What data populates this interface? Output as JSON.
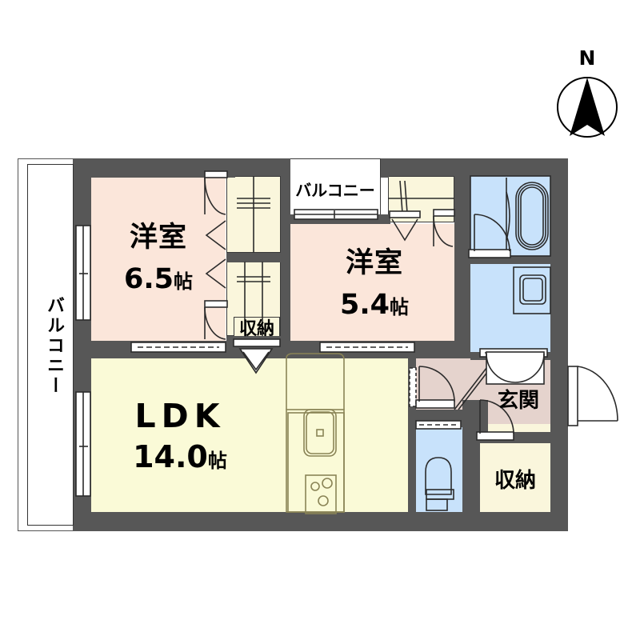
{
  "plan": {
    "title": "Apartment floor plan 2LDK",
    "compass": {
      "north_label": "N"
    },
    "colors": {
      "wall": "#575757",
      "bedroom": "#fbe6da",
      "ldk": "#fafad7",
      "bath": "#c8e2fb",
      "entrance": "#e5d3cd",
      "closet": "#faf6dc",
      "line": "#3a3a3a",
      "background": "#ffffff"
    },
    "rooms": [
      {
        "id": "bedroom-west",
        "name": "洋室",
        "size": "6.5",
        "unit": "帖"
      },
      {
        "id": "bedroom-north",
        "name": "洋室",
        "size": "5.4",
        "unit": "帖"
      },
      {
        "id": "ldk",
        "name": "LDK",
        "size": "14.0",
        "unit": "帖"
      }
    ],
    "labels": {
      "balcony_west": "バルコニー",
      "balcony_north": "バルコニー",
      "closet_center": "収納",
      "closet_south": "収納",
      "entrance": "玄関"
    },
    "fixtures": [
      {
        "id": "bathtub",
        "name": "bathtub"
      },
      {
        "id": "washbasin",
        "name": "wash-basin"
      },
      {
        "id": "toilet",
        "name": "toilet"
      },
      {
        "id": "kitchen-sink",
        "name": "kitchen-sink"
      },
      {
        "id": "stove",
        "name": "stove-burners"
      }
    ]
  }
}
